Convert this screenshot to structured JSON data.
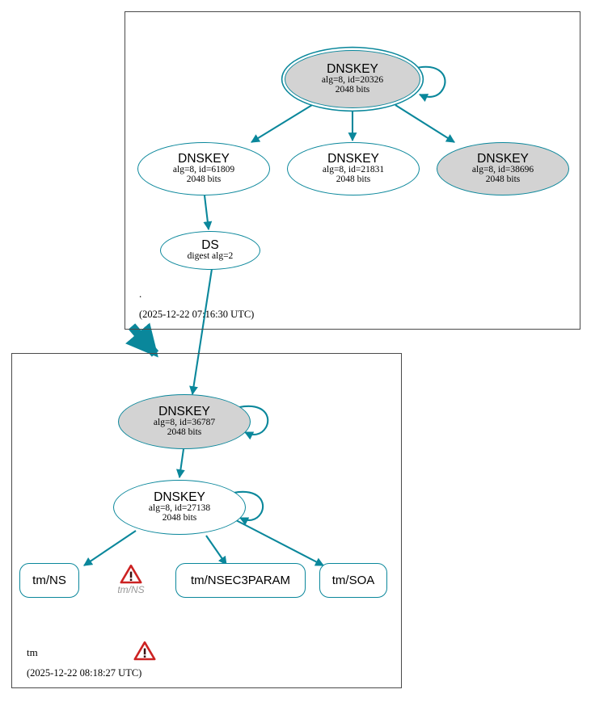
{
  "diagram": {
    "type": "dnssec-authentication-chain",
    "colors": {
      "edge": "#0a879b",
      "node_border": "#0a879b",
      "secure_key_fill": "#d3d3d3",
      "plain_fill": "#ffffff",
      "cluster_border": "#4a4a4a",
      "warning": "#cc2222",
      "warning_label": "#999999"
    }
  },
  "clusters": [
    {
      "id": "root",
      "zone_label": ".",
      "timestamp": "(2025-12-22 07:16:30 UTC)"
    },
    {
      "id": "tm",
      "zone_label": "tm",
      "timestamp": "(2025-12-22 08:18:27 UTC)"
    }
  ],
  "nodes": {
    "root_ksk": {
      "title": "DNSKEY",
      "line2": "alg=8, id=20326",
      "line3": "2048 bits",
      "fill": "gray",
      "shape": "doubleellipse",
      "self_signed": true
    },
    "root_zsk_61809": {
      "title": "DNSKEY",
      "line2": "alg=8, id=61809",
      "line3": "2048 bits",
      "fill": "white",
      "shape": "ellipse",
      "self_signed": false
    },
    "root_zsk_21831": {
      "title": "DNSKEY",
      "line2": "alg=8, id=21831",
      "line3": "2048 bits",
      "fill": "white",
      "shape": "ellipse",
      "self_signed": false
    },
    "root_key_38696": {
      "title": "DNSKEY",
      "line2": "alg=8, id=38696",
      "line3": "2048 bits",
      "fill": "gray",
      "shape": "ellipse",
      "self_signed": false
    },
    "ds": {
      "title": "DS",
      "line2": "digest alg=2",
      "line3": "",
      "fill": "white",
      "shape": "ellipse",
      "self_signed": false
    },
    "tm_ksk": {
      "title": "DNSKEY",
      "line2": "alg=8, id=36787",
      "line3": "2048 bits",
      "fill": "gray",
      "shape": "ellipse",
      "self_signed": true
    },
    "tm_zsk": {
      "title": "DNSKEY",
      "line2": "alg=8, id=27138",
      "line3": "2048 bits",
      "fill": "white",
      "shape": "ellipse",
      "self_signed": true
    }
  },
  "rrsets": [
    {
      "id": "tm_ns",
      "label": "tm/NS"
    },
    {
      "id": "tm_nsec3param",
      "label": "tm/NSEC3PARAM"
    },
    {
      "id": "tm_soa",
      "label": "tm/SOA"
    }
  ],
  "warnings": [
    {
      "id": "tm_ns_warning",
      "label": "tm/NS",
      "icon": "warning-triangle-icon"
    },
    {
      "id": "tm_zone_warning",
      "label": "",
      "icon": "warning-triangle-icon"
    }
  ]
}
